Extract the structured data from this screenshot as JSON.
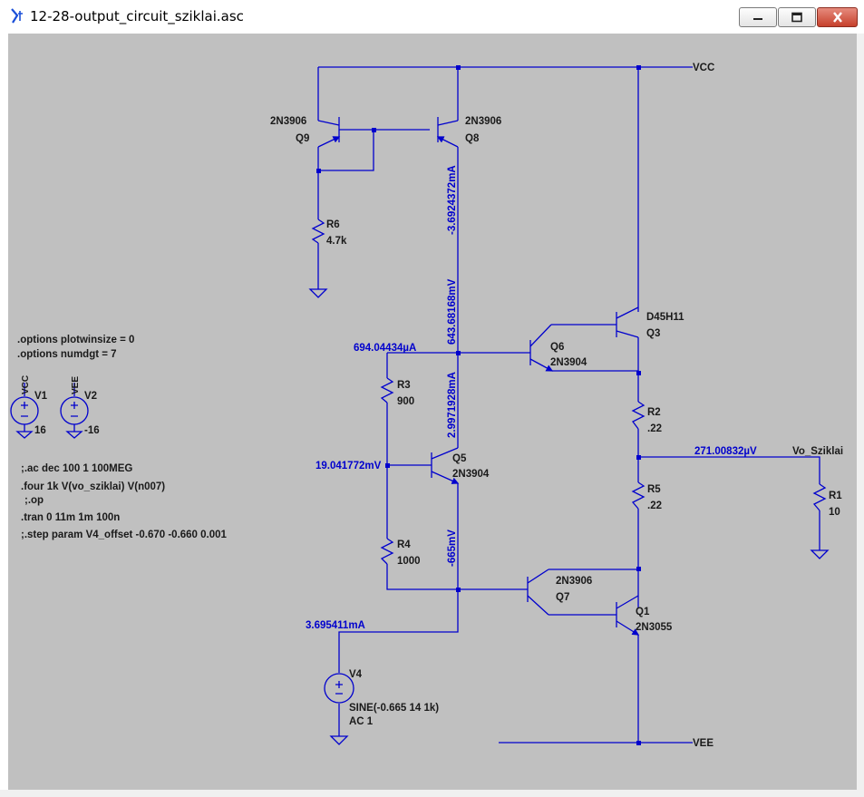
{
  "window": {
    "title": "12-28-output_circuit_sziklai.asc",
    "controls": {
      "minimize": "minimize-icon",
      "maximize": "maximize-icon",
      "close": "close-icon"
    }
  },
  "colors": {
    "canvas": "#c0c0c0",
    "wire": "#0000cd",
    "label": "#1a1a1a",
    "annotation": "#0000cd"
  },
  "nets": {
    "vcc": "VCC",
    "vee": "VEE",
    "vout": "Vo_Sziklai"
  },
  "components": {
    "Q9": {
      "ref": "Q9",
      "model": "2N3906"
    },
    "Q8": {
      "ref": "Q8",
      "model": "2N3906"
    },
    "R6": {
      "ref": "R6",
      "value": "4.7k"
    },
    "Q3": {
      "ref": "Q3",
      "model": "D45H11"
    },
    "Q6": {
      "ref": "Q6",
      "model": "2N3904"
    },
    "R3": {
      "ref": "R3",
      "value": "900"
    },
    "R2": {
      "ref": "R2",
      "value": ".22"
    },
    "R5": {
      "ref": "R5",
      "value": ".22"
    },
    "R1": {
      "ref": "R1",
      "value": "10"
    },
    "Q5": {
      "ref": "Q5",
      "model": "2N3904"
    },
    "R4": {
      "ref": "R4",
      "value": "1000"
    },
    "Q7": {
      "ref": "Q7",
      "model": "2N3906"
    },
    "Q1": {
      "ref": "Q1",
      "model": "2N3055"
    },
    "V4": {
      "ref": "V4",
      "value1": "SINE(-0.665 14 1k)",
      "value2": "AC 1"
    },
    "V1": {
      "ref": "V1",
      "net": "VCC",
      "value": "16"
    },
    "V2": {
      "ref": "V2",
      "net": "VEE",
      "value": "-16"
    }
  },
  "annotations": {
    "i_q8": "-3.6924372mA",
    "v_be": "643.68168mV",
    "i_q6b": "694.04434µA",
    "i_q5c": "2.9971928mA",
    "v_q5b": "19.041772mV",
    "v_q5e": "-665mV",
    "v_out": "271.00832µV",
    "i_v4": "3.695411mA"
  },
  "directives": [
    ".options plotwinsize = 0",
    ".options numdgt = 7",
    ";.ac dec 100 1 100MEG",
    ".four 1k V(vo_sziklai) V(n007)",
    ";.op",
    ".tran 0 11m 1m 100n",
    ";.step param V4_offset -0.670 -0.660 0.001"
  ]
}
